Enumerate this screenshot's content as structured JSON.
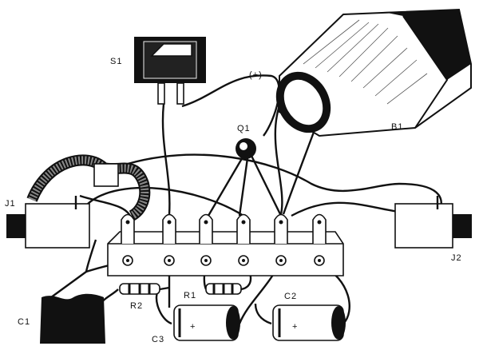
{
  "labels": {
    "s1": "S1",
    "plus": "(+)",
    "b1": "B1",
    "q1": "Q1",
    "j1": "J1",
    "j2": "J2",
    "c1": "C1",
    "r2": "R2",
    "r1": "R1",
    "c3": "C3",
    "c2": "C2",
    "c3_polarity": "+",
    "c2_polarity": "+"
  }
}
